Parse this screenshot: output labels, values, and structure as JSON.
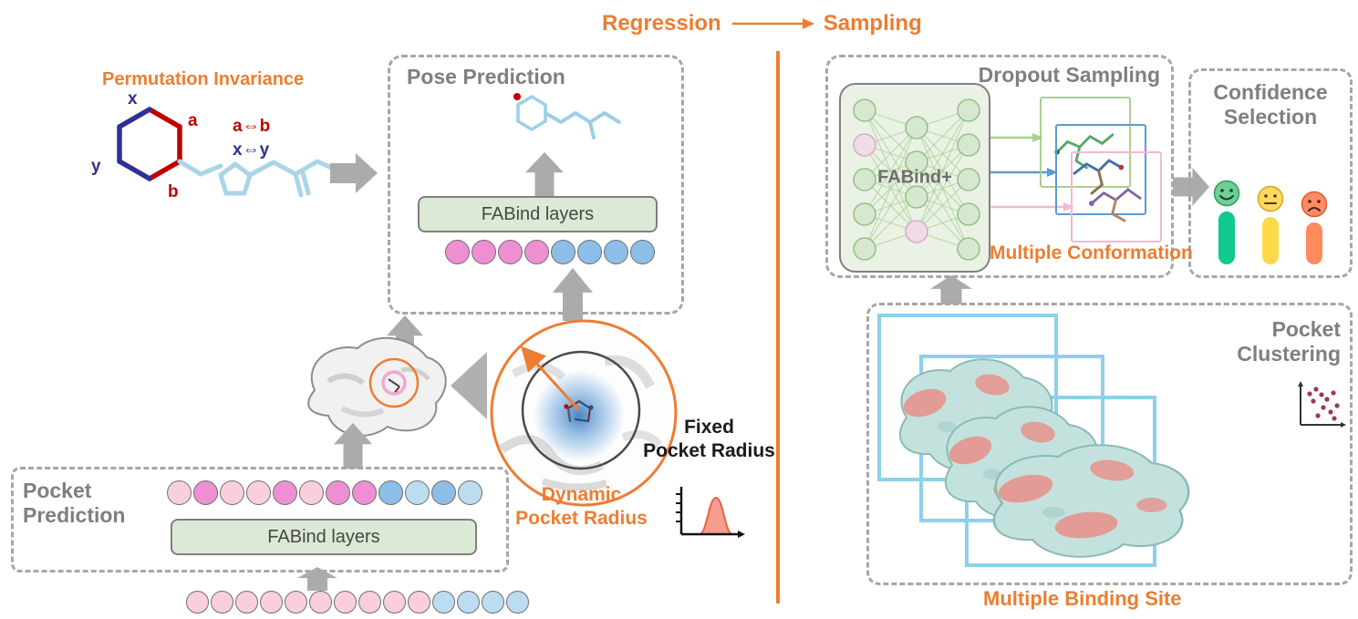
{
  "colors": {
    "accent_orange": "#ED7D31",
    "gray_label": "#7F7F7F",
    "dashed_border": "#A6A6A6",
    "arrow_gray": "#ABABAB",
    "green_panel": "#DCEAD5",
    "nn_edge": "#A9D18E",
    "nn_node_fill": "#D6E8CF",
    "nn_node_stroke": "#8FBF7F",
    "nn_node_pink": "#F1DCE9",
    "nn_node_pink_stroke": "#D9A7C7",
    "conf_green": "#A9D18E",
    "conf_blue": "#5B9BD5",
    "conf_pink": "#F2B8D4",
    "cluster_blue": "#8ED0EA",
    "bar_green": "#10C98F",
    "bar_yellow": "#FFD94A",
    "bar_orange": "#FF8A5C",
    "tokens": {
      "magenta": "#EE8FD4",
      "pink": "#F9CFE0",
      "blue": "#8CBEE8",
      "lightblue": "#BCDCF0"
    }
  },
  "header": {
    "regression": "Regression",
    "sampling": "Sampling"
  },
  "left": {
    "permutation_invariance": "Permutation Invariance",
    "molecule_labels": {
      "x": "x",
      "y": "y",
      "a": "a",
      "b": "b"
    },
    "swap_ab": "a⇔b",
    "swap_xy": "x⇔y",
    "pose_prediction": {
      "title": "Pose Prediction",
      "fabind_layers": "FABind layers"
    },
    "pocket_prediction": {
      "title_line1": "Pocket",
      "title_line2": "Prediction",
      "fabind_layers": "FABind layers"
    },
    "fixed_radius": {
      "line1": "Fixed",
      "line2": "Pocket Radius"
    },
    "dynamic_radius": {
      "line1": "Dynamic",
      "line2": "Pocket Radius"
    }
  },
  "right": {
    "dropout_sampling": {
      "title": "Dropout Sampling",
      "fabind_plus": "FABind+",
      "multiple_conformation": "Multiple Conformation"
    },
    "confidence_selection": {
      "title_line1": "Confidence",
      "title_line2": "Selection"
    },
    "pocket_clustering": {
      "title_line1": "Pocket",
      "title_line2": "Clustering",
      "multiple_binding_site": "Multiple Binding Site"
    }
  },
  "token_rows": {
    "pose": [
      "magenta",
      "magenta",
      "magenta",
      "magenta",
      "blue",
      "blue",
      "blue",
      "blue"
    ],
    "pocket": [
      "pink",
      "magenta",
      "pink",
      "pink",
      "magenta",
      "pink",
      "magenta",
      "magenta",
      "blue",
      "lightblue",
      "blue",
      "lightblue"
    ],
    "bottom": [
      "pink",
      "pink",
      "pink",
      "pink",
      "pink",
      "pink",
      "pink",
      "pink",
      "pink",
      "pink",
      "lightblue",
      "lightblue",
      "lightblue",
      "lightblue"
    ]
  },
  "network": {
    "columns": [
      5,
      4,
      5
    ],
    "pink_nodes": [
      [
        0,
        1
      ],
      [
        1,
        3
      ]
    ]
  }
}
